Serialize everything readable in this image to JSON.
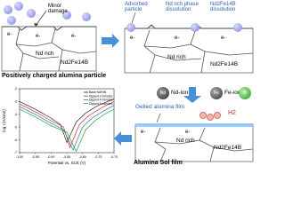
{
  "panel_tl": {
    "annotation_damage": "Minor damage",
    "region_nd_rich": "Nd rich",
    "region_ndfeb": "Nd2Fe14B",
    "caption": "Positively charged alumina particle",
    "electron": "e-"
  },
  "panel_tr": {
    "adsorbed_particle": "Advorbed particle",
    "nd_phase_dissolution": "Nd rich phase dissolution",
    "ndfeb_dissolution": "Nd2Fe14B dissolution",
    "region_nd_rich": "Nd rich",
    "region_ndfeb": "Nd2Fe14B",
    "electron": "e-"
  },
  "ions": {
    "nd_ion": "Nd-ion",
    "fe_ion": "Fe-ion",
    "nd_symbol": "Nd",
    "fe_symbol": "Fe",
    "b_symbol": "B"
  },
  "panel_br": {
    "gelled_film": "Gelled alumina film",
    "hydrogen": "H2",
    "region_nd_rich": "Nd rich",
    "region_ndfeb": "Nd2Fe14B",
    "caption": "Alumina Sol film",
    "electron": "e-"
  },
  "chart_data": {
    "type": "line",
    "title": "",
    "xlabel": "Potential vs. SCE (V)",
    "ylabel": "log I (A/cm2)",
    "xlim": [
      -1.0,
      -0.7
    ],
    "ylim": [
      -7,
      -2
    ],
    "x_ticks": [
      "-1.00",
      "-0.95",
      "-0.90",
      "-0.85",
      "-0.80",
      "-0.75",
      "-0.70"
    ],
    "y_ticks": [
      "-7",
      "-6",
      "-5",
      "-4",
      "-3",
      "-2"
    ],
    "legend_position": "top-right",
    "series": [
      {
        "name": "Base NdFeB",
        "color": "#222222",
        "x": [
          -1.0,
          -0.95,
          -0.9,
          -0.87,
          -0.85,
          -0.82,
          -0.79,
          -0.75,
          -0.7
        ],
        "y": [
          -3.0,
          -3.6,
          -4.3,
          -4.8,
          -6.2,
          -4.6,
          -3.9,
          -3.3,
          -2.8
        ]
      },
      {
        "name": "Dipped 2 minutes",
        "color": "#d62728",
        "x": [
          -1.0,
          -0.95,
          -0.9,
          -0.86,
          -0.84,
          -0.81,
          -0.78,
          -0.74,
          -0.7
        ],
        "y": [
          -3.2,
          -3.8,
          -4.5,
          -5.0,
          -6.6,
          -4.8,
          -4.1,
          -3.5,
          -3.0
        ]
      },
      {
        "name": "Dipped 4 minutes",
        "color": "#1f77b4",
        "x": [
          -1.0,
          -0.95,
          -0.9,
          -0.86,
          -0.83,
          -0.8,
          -0.77,
          -0.73,
          -0.7
        ],
        "y": [
          -3.4,
          -4.0,
          -4.7,
          -5.2,
          -6.8,
          -5.0,
          -4.3,
          -3.7,
          -3.3
        ]
      },
      {
        "name": "Dipped 8 minutes",
        "color": "#2ca02c",
        "x": [
          -1.0,
          -0.95,
          -0.9,
          -0.85,
          -0.82,
          -0.79,
          -0.76,
          -0.73,
          -0.7
        ],
        "y": [
          -3.6,
          -4.2,
          -4.9,
          -5.4,
          -6.9,
          -5.2,
          -4.5,
          -4.0,
          -3.6
        ]
      }
    ]
  }
}
